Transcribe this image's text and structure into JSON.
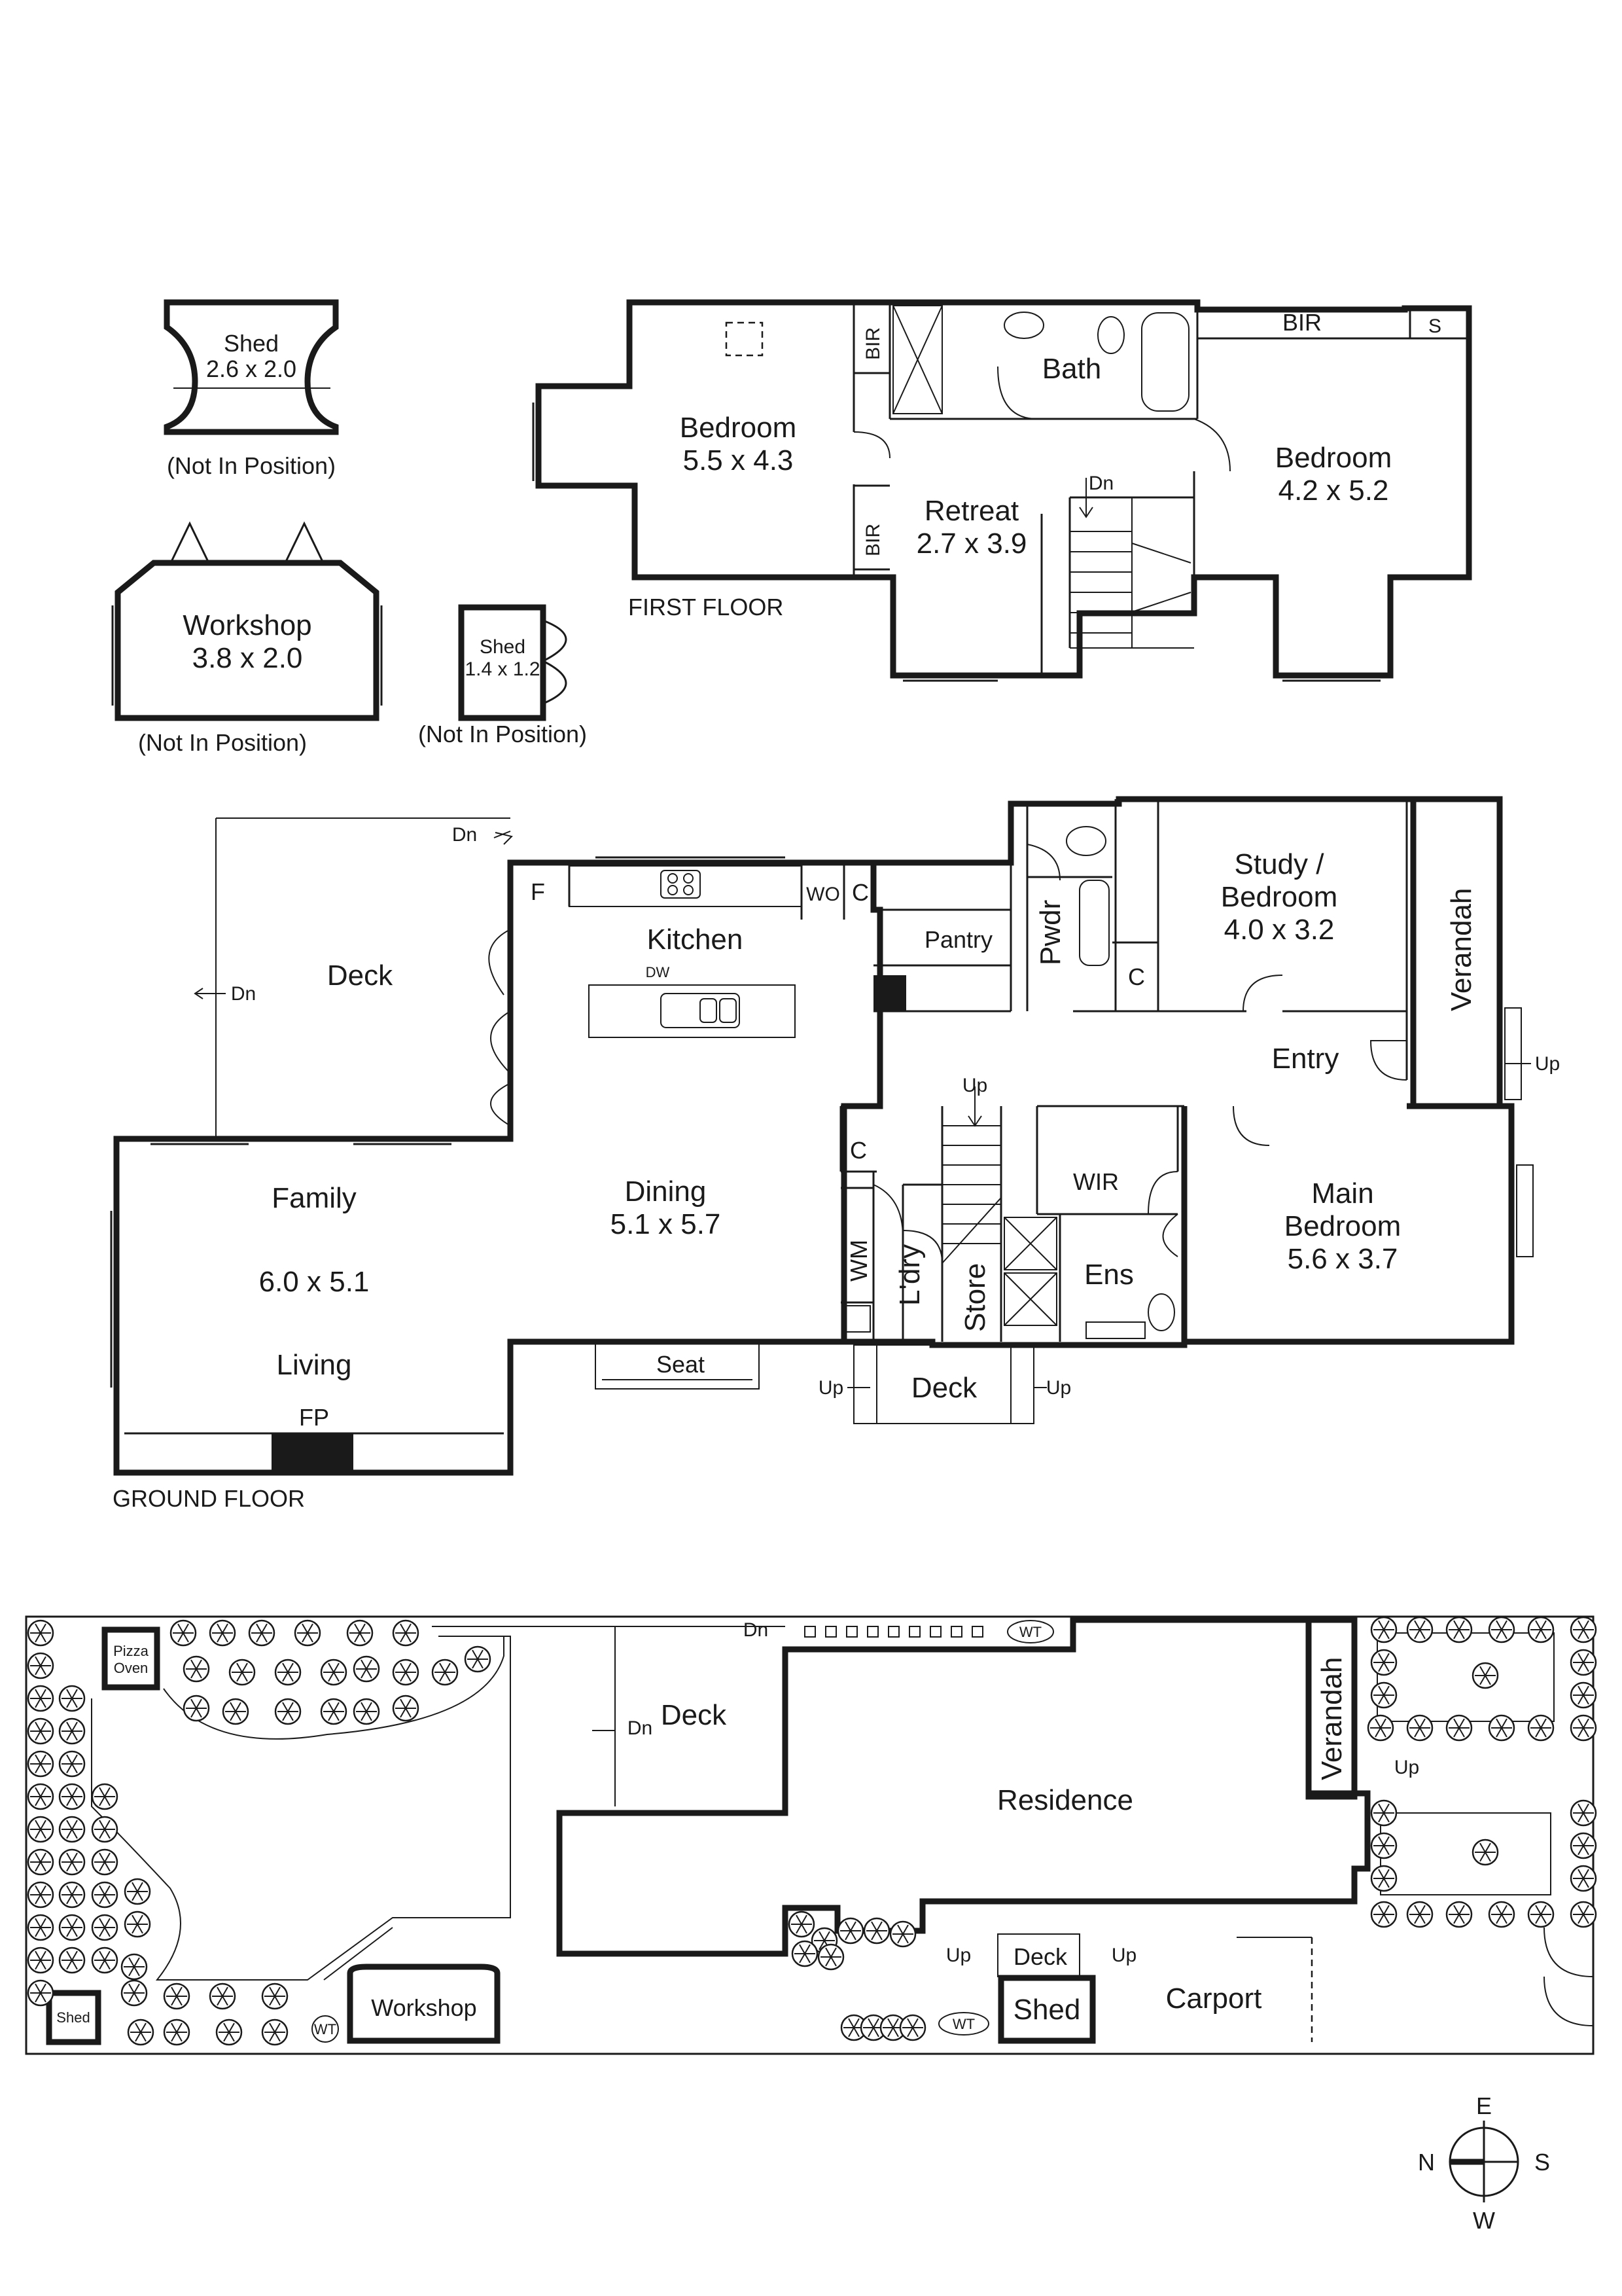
{
  "first_floor": {
    "heading": "FIRST FLOOR",
    "rooms": {
      "bedroom_1": {
        "name": "Bedroom",
        "size": "5.5 x 4.3"
      },
      "retreat": {
        "name": "Retreat",
        "size": "2.7 x 3.9"
      },
      "bath": {
        "name": "Bath"
      },
      "bedroom_2": {
        "name": "Bedroom",
        "size": "4.2 x 5.2"
      },
      "bir_1": "BIR",
      "bir_2": "BIR",
      "bir_3": "BIR",
      "s": "S",
      "dn": "Dn"
    }
  },
  "outbuildings": {
    "shed_a": {
      "name": "Shed",
      "size": "2.6 x 2.0",
      "note": "(Not In Position)"
    },
    "workshop": {
      "name": "Workshop",
      "size": "3.8 x 2.0",
      "note": "(Not In Position)"
    },
    "shed_b": {
      "name": "Shed",
      "size": "1.4 x 1.2",
      "note": "(Not In Position)"
    }
  },
  "ground_floor": {
    "heading": "GROUND FLOOR",
    "rooms": {
      "deck_upper": "Deck",
      "dn_1": "Dn",
      "dn_2": "Dn",
      "f": "F",
      "kitchen": "Kitchen",
      "dw": "DW",
      "wo": "WO",
      "c_1": "C",
      "pantry": "Pantry",
      "pwdr": "Pwdr",
      "study": {
        "name_1": "Study /",
        "name_2": "Bedroom",
        "size": "4.0 x 3.2"
      },
      "c_2": "C",
      "verandah": "Verandah",
      "entry": "Entry",
      "up_1": "Up",
      "up_2": "Up",
      "family": "Family",
      "family_size": "6.0 x 5.1",
      "living": "Living",
      "fp": "FP",
      "dining": {
        "name": "Dining",
        "size": "5.1 x 5.7"
      },
      "seat": "Seat",
      "c_3": "C",
      "wm": "WM",
      "ldry": "L'dry",
      "store": "Store",
      "wir": "WIR",
      "ens": "Ens",
      "main_bedroom": {
        "name_1": "Main",
        "name_2": "Bedroom",
        "size": "5.6 x 3.7"
      },
      "deck_lower": "Deck",
      "up_3": "Up",
      "up_4": "Up"
    }
  },
  "site_plan": {
    "pizza_oven_1": "Pizza",
    "pizza_oven_2": "Oven",
    "dn_1": "Dn",
    "wt_1": "WT",
    "deck": "Deck",
    "dn_2": "Dn",
    "residence": "Residence",
    "verandah": "Verandah",
    "up_1": "Up",
    "shed_small": "Shed",
    "workshop": "Workshop",
    "wt_2": "WT",
    "up_2": "Up",
    "deck_small": "Deck",
    "up_3": "Up",
    "shed": "Shed",
    "wt_3": "WT",
    "carport": "Carport"
  },
  "compass": {
    "n": "N",
    "e": "E",
    "s": "S",
    "w": "W"
  }
}
